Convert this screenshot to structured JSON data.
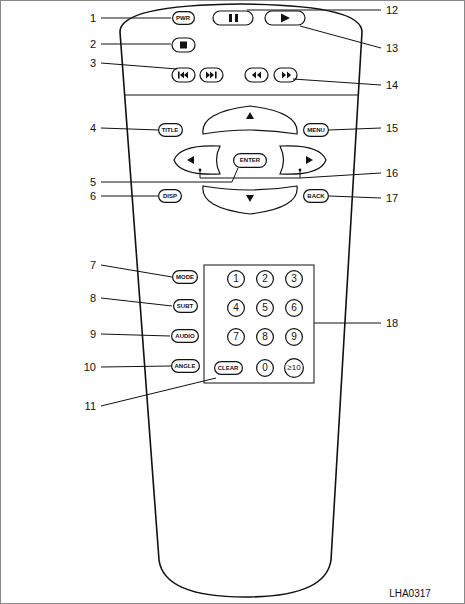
{
  "diagram": {
    "nodes": [
      {
        "text": [
          "PWR"
        ]
      },
      {
        "text": [
          "TITLE"
        ]
      },
      {
        "text": [
          "MENU"
        ]
      },
      {
        "text": [
          "ENTER"
        ]
      },
      {
        "text": [
          "DISP"
        ]
      },
      {
        "text": [
          "BACK"
        ]
      },
      {
        "text": [
          "MODE"
        ]
      },
      {
        "text": [
          "1"
        ]
      },
      {
        "text": [
          "2"
        ]
      },
      {
        "text": [
          "3"
        ]
      },
      {
        "text": [
          "SUBT"
        ]
      },
      {
        "text": [
          "4"
        ]
      },
      {
        "text": [
          "5"
        ]
      },
      {
        "text": [
          "6"
        ]
      },
      {
        "text": [
          "AUDIO"
        ]
      },
      {
        "text": [
          "7"
        ]
      },
      {
        "text": [
          "8"
        ]
      },
      {
        "text": [
          "9"
        ]
      },
      {
        "text": [
          "ANGLE"
        ]
      },
      {
        "text": [
          "CLEAR"
        ]
      },
      {
        "text": [
          "0"
        ]
      },
      {
        "text": [
          "≥10"
        ]
      }
    ],
    "labels": [
      "1",
      "2",
      "3",
      "4",
      "5",
      "6",
      "7",
      "8",
      "9",
      "10",
      "11",
      "12",
      "13",
      "14",
      "15",
      "16",
      "17",
      "18",
      "LHA0317"
    ]
  }
}
